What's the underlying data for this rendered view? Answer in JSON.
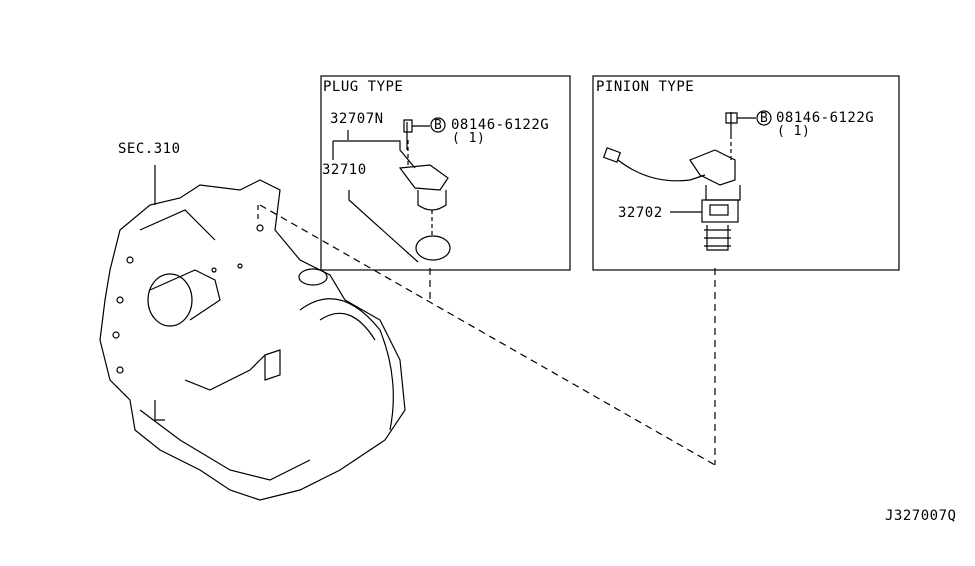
{
  "section_ref": "SEC.310",
  "plug_type": {
    "title": "PLUG TYPE",
    "parts": [
      "32707N",
      "32710"
    ],
    "bolt_code": "B",
    "bolt_part": "08146-6122G",
    "bolt_qty": "( 1)"
  },
  "pinion_type": {
    "title": "PINION TYPE",
    "parts": [
      "32702"
    ],
    "bolt_code": "B",
    "bolt_part": "08146-6122G",
    "bolt_qty": "( 1)"
  },
  "diagram_code": "J327007Q"
}
